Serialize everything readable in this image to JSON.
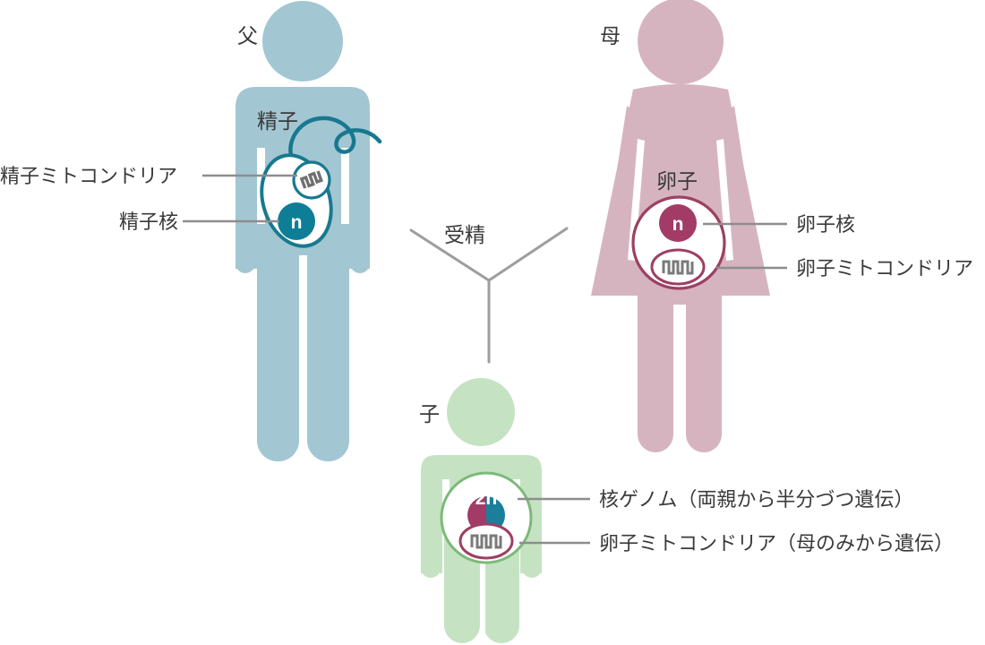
{
  "diagram": {
    "title_concept": "mitochondrial-inheritance",
    "colors": {
      "father_body": "#a3c6d3",
      "mother_body": "#d6b4bf",
      "child_body": "#c5e3c3",
      "sperm_outline": "#17798f",
      "sperm_nucleus": "#0e7e96",
      "egg_outline": "#9d3f63",
      "egg_nucleus": "#a33b67",
      "child_cell_outline": "#7cb97a",
      "child_mito_outline": "#9d3f63",
      "leader_line": "#8d8d8d",
      "text": "#3a3a3a",
      "cristae": "#707070",
      "background": "#ffffff"
    },
    "father": {
      "title": "父",
      "cell_label": "精子",
      "nucleus_glyph": "n",
      "labels": [
        {
          "text": "精子ミトコンドリア",
          "target": "sperm-mitochondrion"
        },
        {
          "text": "精子核",
          "target": "sperm-nucleus"
        }
      ]
    },
    "mother": {
      "title": "母",
      "cell_label": "卵子",
      "nucleus_glyph": "n",
      "labels": [
        {
          "text": "卵子核",
          "target": "egg-nucleus"
        },
        {
          "text": "卵子ミトコンドリア",
          "target": "egg-mitochondrion"
        }
      ]
    },
    "child": {
      "title": "子",
      "nucleus_glyph": "2n",
      "labels": [
        {
          "text": "核ゲノム（両親から半分づつ遺伝）",
          "target": "child-nuclear-genome"
        },
        {
          "text": "卵子ミトコンドリア（母のみから遺伝）",
          "target": "child-mitochondrion"
        }
      ]
    },
    "process": {
      "fertilization_label": "受精"
    }
  }
}
